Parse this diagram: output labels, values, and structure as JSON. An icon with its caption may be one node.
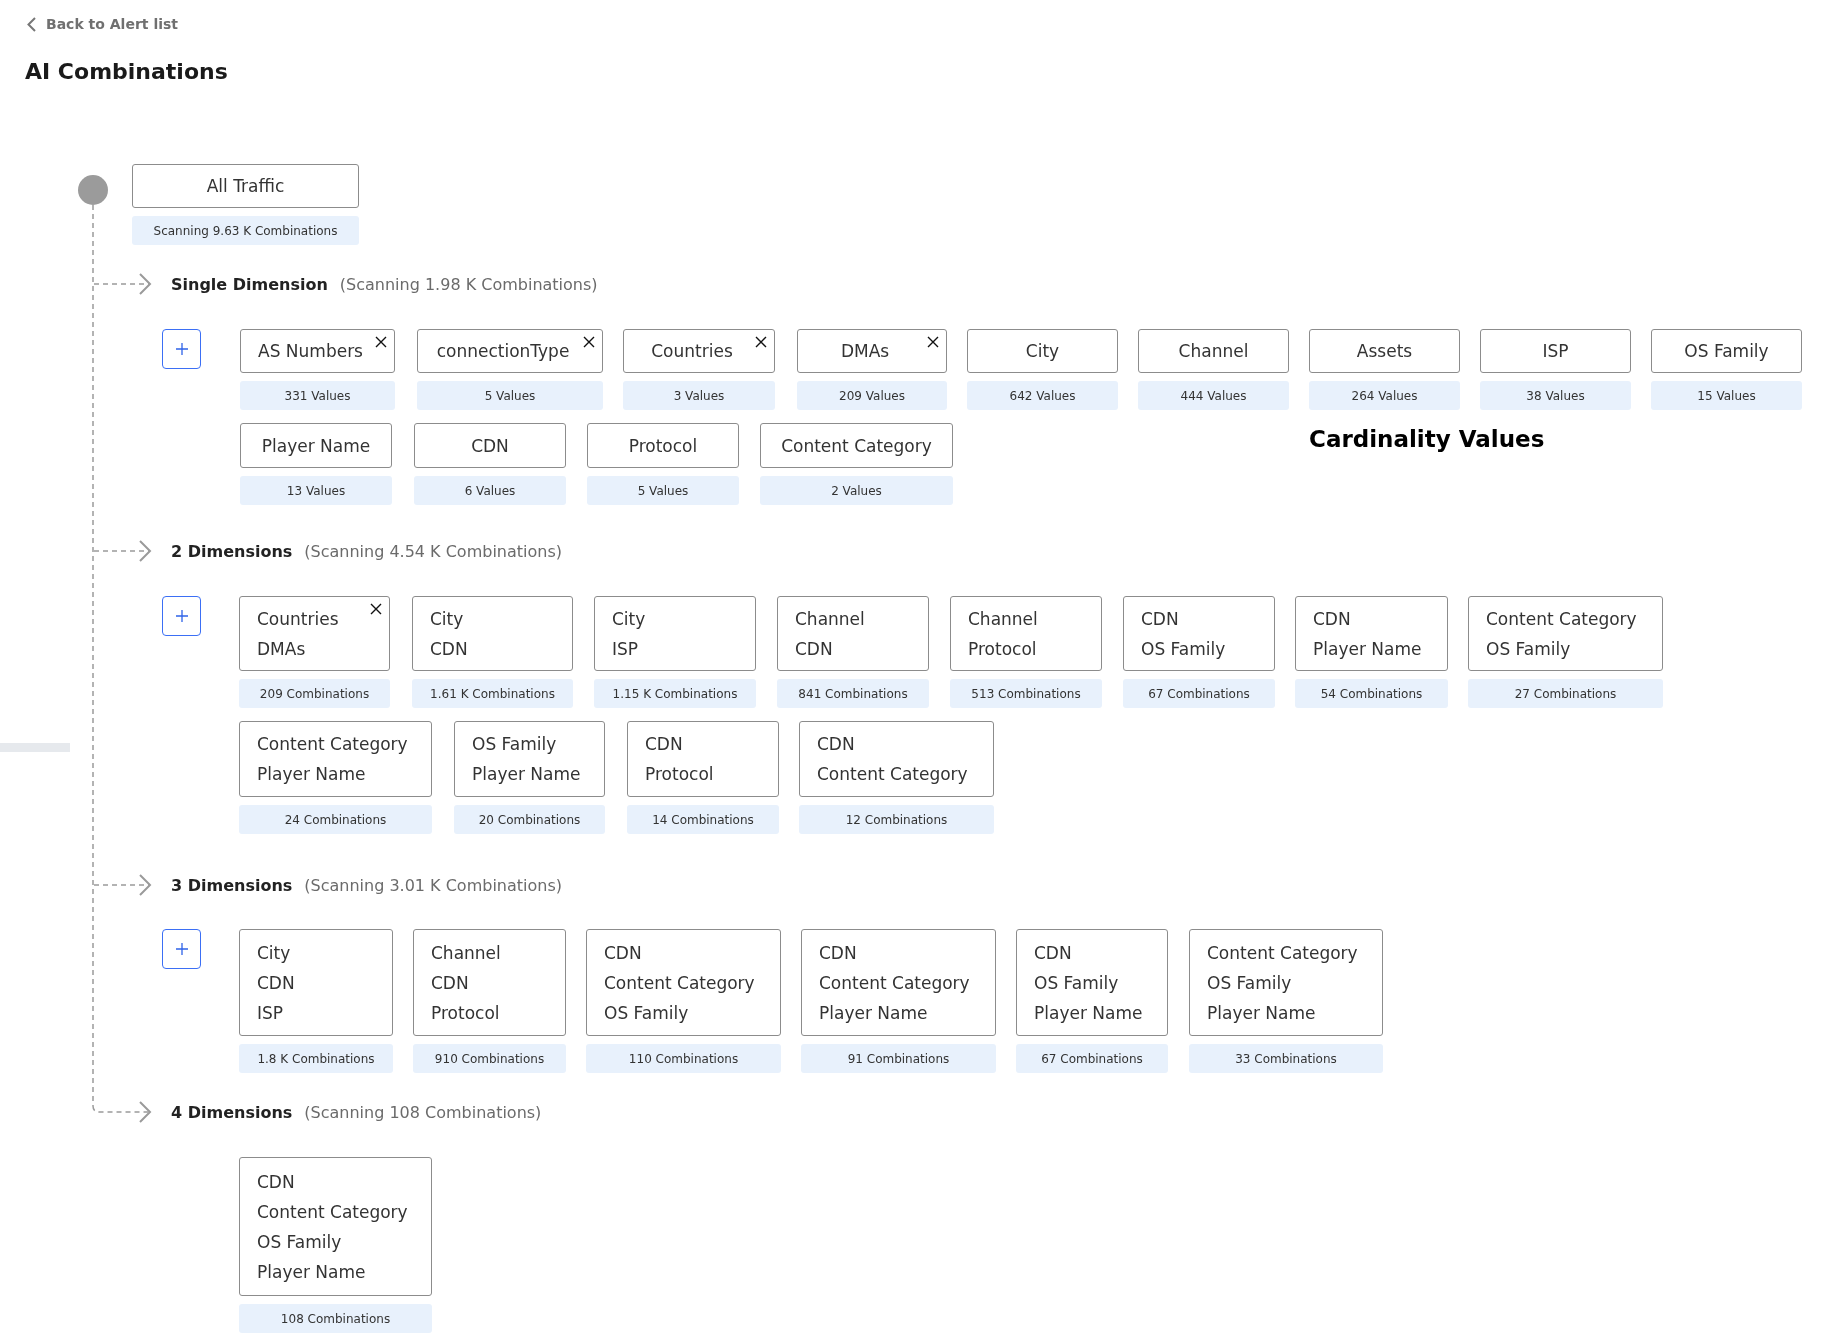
{
  "diagram": {
    "title": "AI Combinations",
    "nodes": [
      {
        "text": [],
        "shape": "circle"
      },
      {
        "text": [
          "All Traffic"
        ],
        "beside": [
          "Scanning 9.63 K Combinations"
        ]
      },
      {
        "text": [
          "Single Dimension",
          "(Scanning 1.98 K Combinations)"
        ]
      },
      {
        "text": [
          "AS Numbers"
        ],
        "beside": [
          "331 Values"
        ]
      },
      {
        "text": [
          "connectionType"
        ],
        "beside": [
          "5 Values"
        ]
      },
      {
        "text": [
          "Countries"
        ],
        "beside": [
          "3 Values"
        ]
      },
      {
        "text": [
          "DMAs"
        ],
        "beside": [
          "209 Values"
        ]
      },
      {
        "text": [
          "City"
        ],
        "beside": [
          "642 Values"
        ]
      },
      {
        "text": [
          "Channel"
        ],
        "beside": [
          "444 Values"
        ]
      },
      {
        "text": [
          "Assets"
        ],
        "beside": [
          "264 Values"
        ]
      },
      {
        "text": [
          "ISP"
        ],
        "beside": [
          "38 Values"
        ]
      },
      {
        "text": [
          "OS Family"
        ],
        "beside": [
          "15 Values"
        ]
      },
      {
        "text": [
          "Player Name"
        ],
        "beside": [
          "13 Values"
        ]
      },
      {
        "text": [
          "CDN"
        ],
        "beside": [
          "6 Values"
        ]
      },
      {
        "text": [
          "Protocol"
        ],
        "beside": [
          "5 Values"
        ]
      },
      {
        "text": [
          "Content Category"
        ],
        "beside": [
          "2 Values"
        ]
      },
      {
        "text": [
          "2 Dimensions",
          "(Scanning 4.54 K Combinations)"
        ]
      },
      {
        "text": [
          "Countries",
          "DMAs"
        ],
        "beside": [
          "209 Combinations"
        ]
      },
      {
        "text": [
          "City",
          "CDN"
        ],
        "beside": [
          "1.61 K Combinations"
        ]
      },
      {
        "text": [
          "City",
          "ISP"
        ],
        "beside": [
          "1.15 K Combinations"
        ]
      },
      {
        "text": [
          "Channel",
          "CDN"
        ],
        "beside": [
          "841 Combinations"
        ]
      },
      {
        "text": [
          "Channel",
          "Protocol"
        ],
        "beside": [
          "513 Combinations"
        ]
      },
      {
        "text": [
          "CDN",
          "OS Family"
        ],
        "beside": [
          "67 Combinations"
        ]
      },
      {
        "text": [
          "CDN",
          "Player Name"
        ],
        "beside": [
          "54 Combinations"
        ]
      },
      {
        "text": [
          "Content Category",
          "OS Family"
        ],
        "beside": [
          "27 Combinations"
        ]
      },
      {
        "text": [
          "Content Category",
          "Player Name"
        ],
        "beside": [
          "24 Combinations"
        ]
      },
      {
        "text": [
          "OS Family",
          "Player Name"
        ],
        "beside": [
          "20 Combinations"
        ]
      },
      {
        "text": [
          "CDN",
          "Protocol"
        ],
        "beside": [
          "14 Combinations"
        ]
      },
      {
        "text": [
          "CDN",
          "Content Category"
        ],
        "beside": [
          "12 Combinations"
        ]
      },
      {
        "text": [
          "3 Dimensions",
          "(Scanning 3.01 K Combinations)"
        ]
      },
      {
        "text": [
          "City",
          "CDN",
          "ISP"
        ],
        "beside": [
          "1.8 K Combinations"
        ]
      },
      {
        "text": [
          "Channel",
          "CDN",
          "Protocol"
        ],
        "beside": [
          "910 Combinations"
        ]
      },
      {
        "text": [
          "CDN",
          "Content Category",
          "OS Family"
        ],
        "beside": [
          "110 Combinations"
        ]
      },
      {
        "text": [
          "CDN",
          "Content Category",
          "Player Name"
        ],
        "beside": [
          "91 Combinations"
        ]
      },
      {
        "text": [
          "CDN",
          "OS Family",
          "Player Name"
        ],
        "beside": [
          "67 Combinations"
        ]
      },
      {
        "text": [
          "Content Category",
          "OS Family",
          "Player Name"
        ],
        "beside": [
          "33 Combinations"
        ]
      },
      {
        "text": [
          "4 Dimensions",
          "(Scanning 108 Combinations)"
        ]
      },
      {
        "text": [
          "CDN",
          "Content Category",
          "OS Family",
          "Player Name"
        ],
        "beside": [
          "108 Combinations"
        ]
      }
    ],
    "edges": [
      {
        "from": 0,
        "to": 2,
        "arrow": "to",
        "style": "dashed"
      },
      {
        "from": 0,
        "to": 16,
        "arrow": "to",
        "style": "dashed"
      },
      {
        "from": 0,
        "to": 29,
        "arrow": "to",
        "style": "dashed"
      },
      {
        "from": 0,
        "to": 36,
        "arrow": "to",
        "style": "dashed"
      }
    ],
    "labels": [
      "Back to Alert list",
      "Cardinality Values"
    ]
  }
}
